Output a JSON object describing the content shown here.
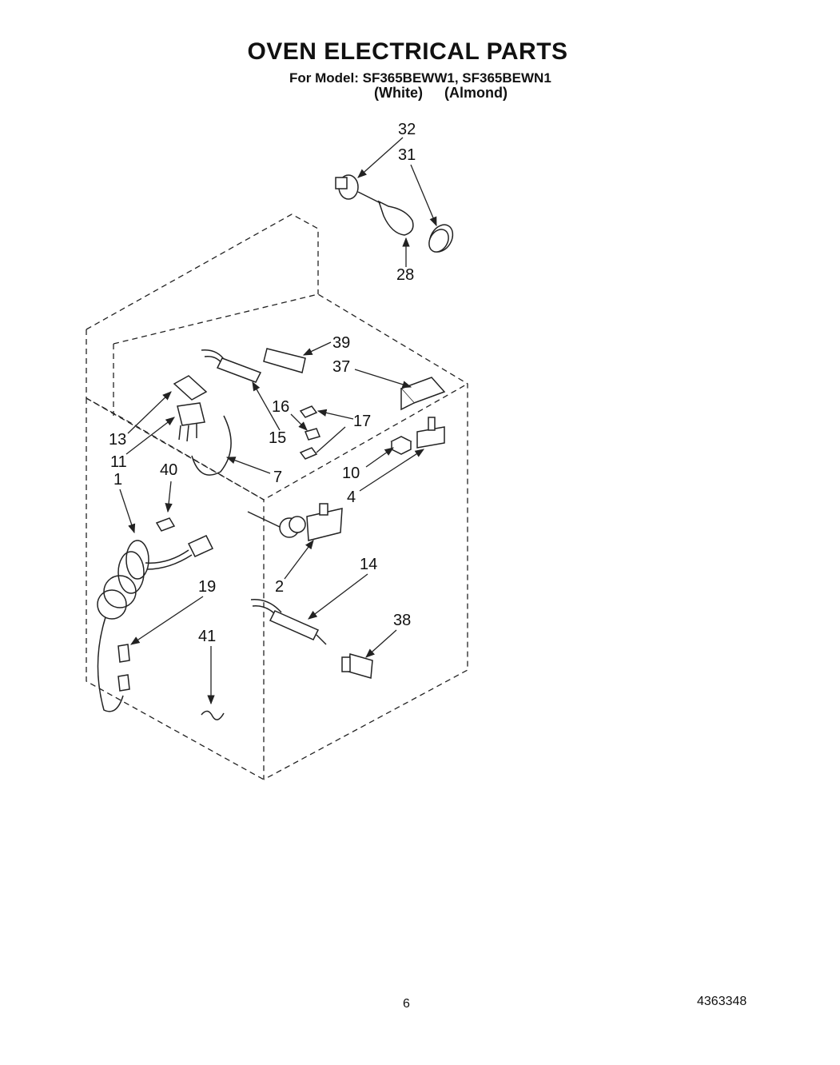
{
  "header": {
    "title": "OVEN ELECTRICAL PARTS",
    "model_line": "For Model: SF365BEWW1, SF365BEWN1",
    "color_white": "(White)",
    "color_almond": "(Almond)"
  },
  "callouts": [
    "32",
    "31",
    "28",
    "39",
    "37",
    "16",
    "17",
    "13",
    "15",
    "11",
    "7",
    "10",
    "4",
    "1",
    "40",
    "2",
    "14",
    "19",
    "38",
    "41"
  ],
  "footer": {
    "page_number": "6",
    "document_number": "4363348"
  }
}
